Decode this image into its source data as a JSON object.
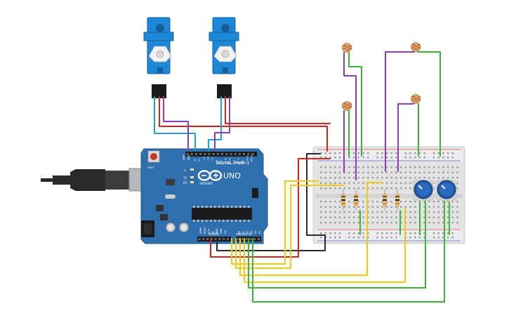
{
  "board": {
    "brand": "ARDUINO",
    "model": "UNO",
    "digital_label": "DIGITAL (PWM~)",
    "power_label": "POWER",
    "analog_label": "ANALOG IN",
    "led_l": "L",
    "led_tx": "TX",
    "led_rx": "RX",
    "reset_label": "RESET",
    "pin_aref": "AREF",
    "pin_gnd": "GND",
    "digital_pins": [
      "13",
      "12",
      "~11",
      "~10",
      "~9",
      "8",
      "7",
      "~6",
      "~5",
      "4",
      "~3",
      "2",
      "TX→1",
      "RX←0"
    ],
    "power_pins": [
      "IOREF",
      "RESET",
      "3.3V",
      "5V",
      "GND",
      "GND",
      "Vin"
    ],
    "analog_pins": [
      "A0",
      "A1",
      "A2",
      "A3",
      "A4",
      "A5"
    ]
  },
  "colors": {
    "board": "#2f6fae",
    "breadboard": "#e6e6e6",
    "servo": "#1e88d8",
    "wire_red": "#d32424",
    "wire_black": "#2a2a2a",
    "wire_green": "#3db43d",
    "wire_yellow": "#f0cc10",
    "wire_purple": "#8b3fb0",
    "wire_blue": "#27a0d0",
    "pot": "#1f56a0"
  },
  "components": {
    "servos": [
      "servo-1",
      "servo-2"
    ],
    "photoresistors": 4,
    "resistors": 4,
    "potentiometers": 2
  }
}
